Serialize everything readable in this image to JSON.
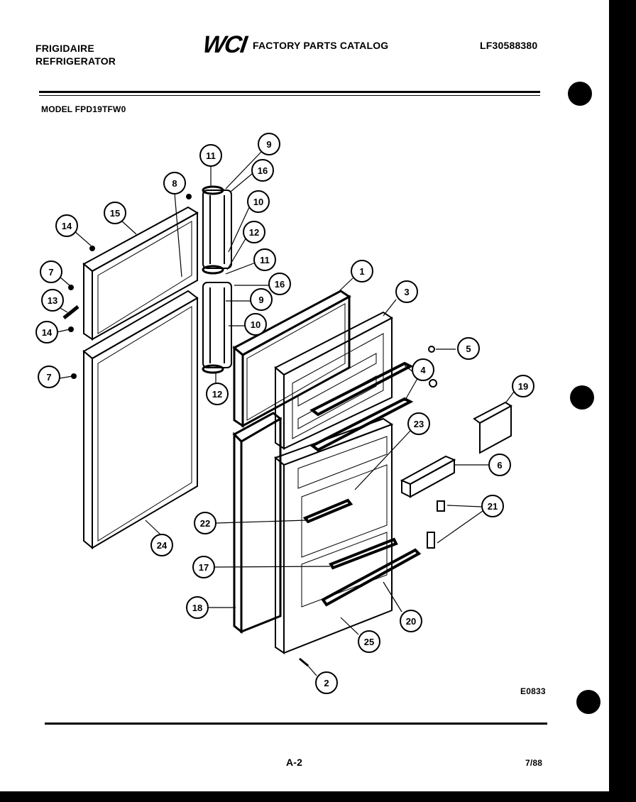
{
  "header": {
    "brand_line1": "FRIGIDAIRE",
    "brand_line2": "REFRIGERATOR",
    "logo_text": "WCI",
    "catalog_title": "FACTORY PARTS CATALOG",
    "catalog_number": "LF30588380",
    "model": "MODEL FPD19TFW0"
  },
  "diagram": {
    "drawing_code": "E0833",
    "callouts": [
      {
        "id": "c-11a",
        "label": "11"
      },
      {
        "id": "c-9a",
        "label": "9"
      },
      {
        "id": "c-16a",
        "label": "16"
      },
      {
        "id": "c-8",
        "label": "8"
      },
      {
        "id": "c-10a",
        "label": "10"
      },
      {
        "id": "c-15",
        "label": "15"
      },
      {
        "id": "c-14a",
        "label": "14"
      },
      {
        "id": "c-12a",
        "label": "12"
      },
      {
        "id": "c-11b",
        "label": "11"
      },
      {
        "id": "c-7a",
        "label": "7"
      },
      {
        "id": "c-16b",
        "label": "16"
      },
      {
        "id": "c-1",
        "label": "1"
      },
      {
        "id": "c-9b",
        "label": "9"
      },
      {
        "id": "c-13",
        "label": "13"
      },
      {
        "id": "c-3",
        "label": "3"
      },
      {
        "id": "c-10b",
        "label": "10"
      },
      {
        "id": "c-14b",
        "label": "14"
      },
      {
        "id": "c-5",
        "label": "5"
      },
      {
        "id": "c-4",
        "label": "4"
      },
      {
        "id": "c-7b",
        "label": "7"
      },
      {
        "id": "c-12b",
        "label": "12"
      },
      {
        "id": "c-19",
        "label": "19"
      },
      {
        "id": "c-23",
        "label": "23"
      },
      {
        "id": "c-6",
        "label": "6"
      },
      {
        "id": "c-21",
        "label": "21"
      },
      {
        "id": "c-22",
        "label": "22"
      },
      {
        "id": "c-24",
        "label": "24"
      },
      {
        "id": "c-17",
        "label": "17"
      },
      {
        "id": "c-18",
        "label": "18"
      },
      {
        "id": "c-20",
        "label": "20"
      },
      {
        "id": "c-25",
        "label": "25"
      },
      {
        "id": "c-2",
        "label": "2"
      }
    ]
  },
  "footer": {
    "page_number": "A-2",
    "date": "7/88"
  }
}
